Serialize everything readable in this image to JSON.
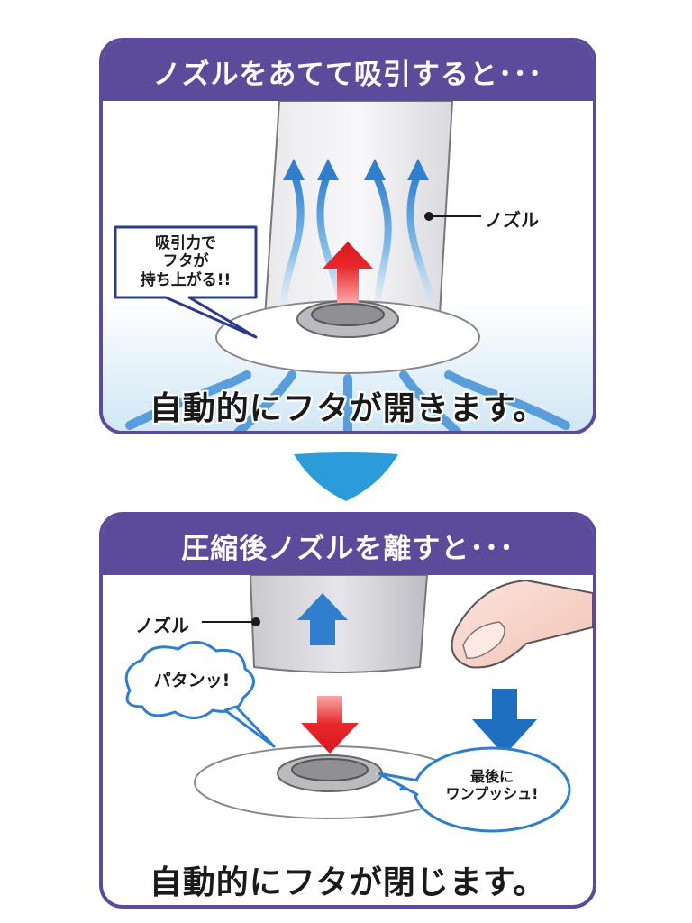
{
  "top_panel": {
    "title": "ノズルをあてて吸引すると･･･",
    "caption": "自動的にフタが開きます。",
    "nozzle_label": "ノズル",
    "callout_lines": [
      "吸引力で",
      "フタが",
      "持ち上がる!!"
    ]
  },
  "bottom_panel": {
    "title": "圧縮後ノズルを離すと･･･",
    "caption": "自動的にフタが閉じます。",
    "nozzle_label": "ノズル",
    "sound_effect": "パタンッ!",
    "push_lines": [
      "最後に",
      "ワンプッシュ!"
    ]
  },
  "colors": {
    "frame_purple": "#5b4b9a",
    "arrow_blue": "#2f7fce",
    "arrow_red": "#e8262a",
    "flow_blue": "#9fc9ec",
    "transition_arrow": "#2b9bd9"
  }
}
